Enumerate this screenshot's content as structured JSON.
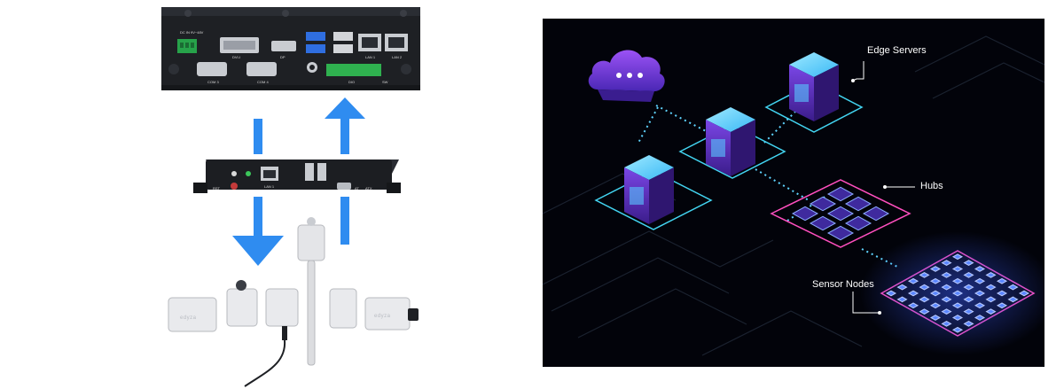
{
  "colors": {
    "arrow_blue": "#2f8cf0",
    "device_black": "#1a1c20",
    "diagram_bg": "#02030a",
    "cyan_line": "#47d9f0",
    "cube_purple": "#6a3bd6",
    "node_blue": "#4f7cff"
  },
  "left_panel": {
    "gateway_ports": [
      "DC IN 9V~48V",
      "DVI-I",
      "DP",
      "LAN 1",
      "LAN 2",
      "COM 3",
      "COM 4",
      "DIO",
      "SW"
    ],
    "hub_ports": [
      "RST",
      "LAN 1",
      "AT",
      "ATX"
    ],
    "sensor_brand": "edyza",
    "arrows": [
      "down",
      "up",
      "down",
      "up"
    ]
  },
  "right_panel": {
    "labels": {
      "edge_servers": "Edge Servers",
      "hubs": "Hubs",
      "sensor_nodes": "Sensor Nodes"
    },
    "icons": [
      "cloud-icon"
    ]
  }
}
